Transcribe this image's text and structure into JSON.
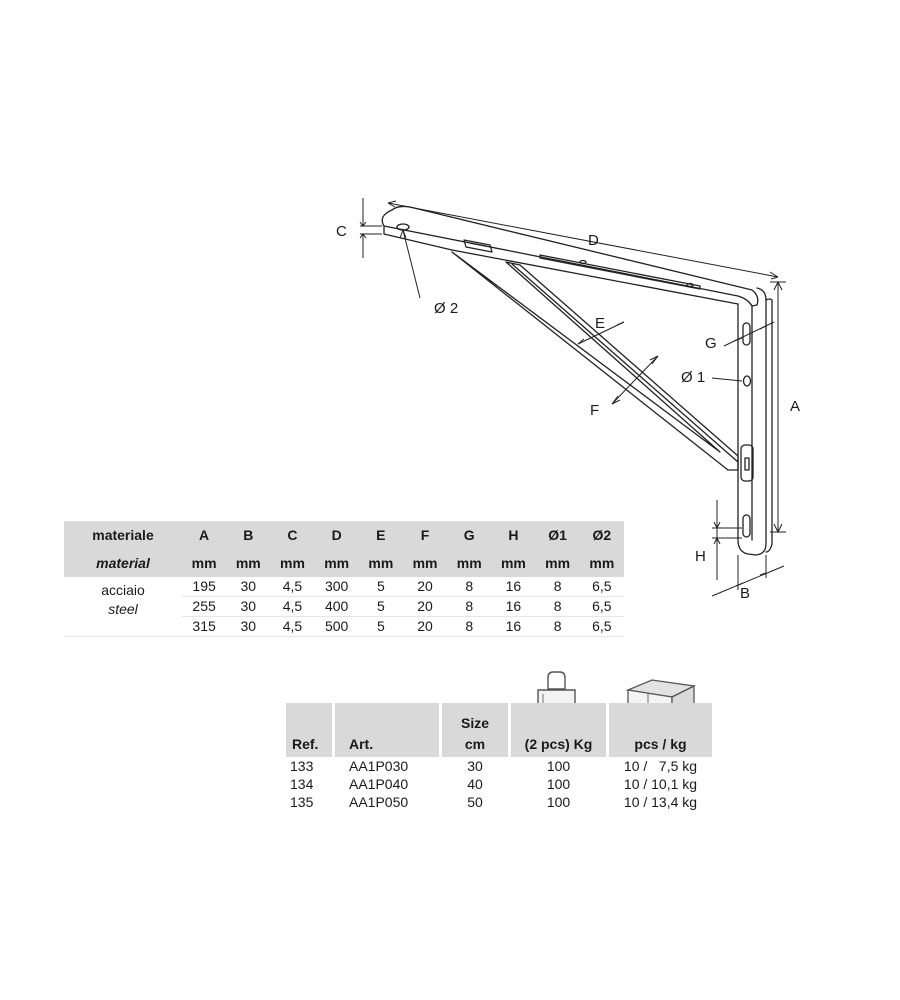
{
  "drawing": {
    "labels": {
      "A": "A",
      "B": "B",
      "C": "C",
      "D": "D",
      "E": "E",
      "F": "F",
      "G": "G",
      "H": "H",
      "d1": "Ø 1",
      "d2": "Ø 2"
    }
  },
  "spec_table": {
    "material_header_it": "materiale",
    "material_header_en": "material",
    "columns": [
      "A",
      "B",
      "C",
      "D",
      "E",
      "F",
      "G",
      "H",
      "Ø1",
      "Ø2"
    ],
    "unit": "mm",
    "material_it": "acciaio",
    "material_en": "steel",
    "rows": [
      [
        "195",
        "30",
        "4,5",
        "300",
        "5",
        "20",
        "8",
        "16",
        "8",
        "6,5"
      ],
      [
        "255",
        "30",
        "4,5",
        "400",
        "5",
        "20",
        "8",
        "16",
        "8",
        "6,5"
      ],
      [
        "315",
        "30",
        "4,5",
        "500",
        "5",
        "20",
        "8",
        "16",
        "8",
        "6,5"
      ]
    ]
  },
  "order_table": {
    "headers": {
      "ref": "Ref.",
      "art": "Art.",
      "size_top": "Size",
      "size_unit": "cm",
      "load": "(2 pcs) Kg",
      "pack": "pcs / kg"
    },
    "icons": {
      "load": "weight-icon",
      "pack": "box-icon"
    },
    "rows": [
      {
        "ref": "133",
        "art": "AA1P030",
        "size": "30",
        "load": "100",
        "pack": "10 /   7,5 kg"
      },
      {
        "ref": "134",
        "art": "AA1P040",
        "size": "40",
        "load": "100",
        "pack": "10 / 10,1 kg"
      },
      {
        "ref": "135",
        "art": "AA1P050",
        "size": "50",
        "load": "100",
        "pack": "10 / 13,4 kg"
      }
    ]
  }
}
